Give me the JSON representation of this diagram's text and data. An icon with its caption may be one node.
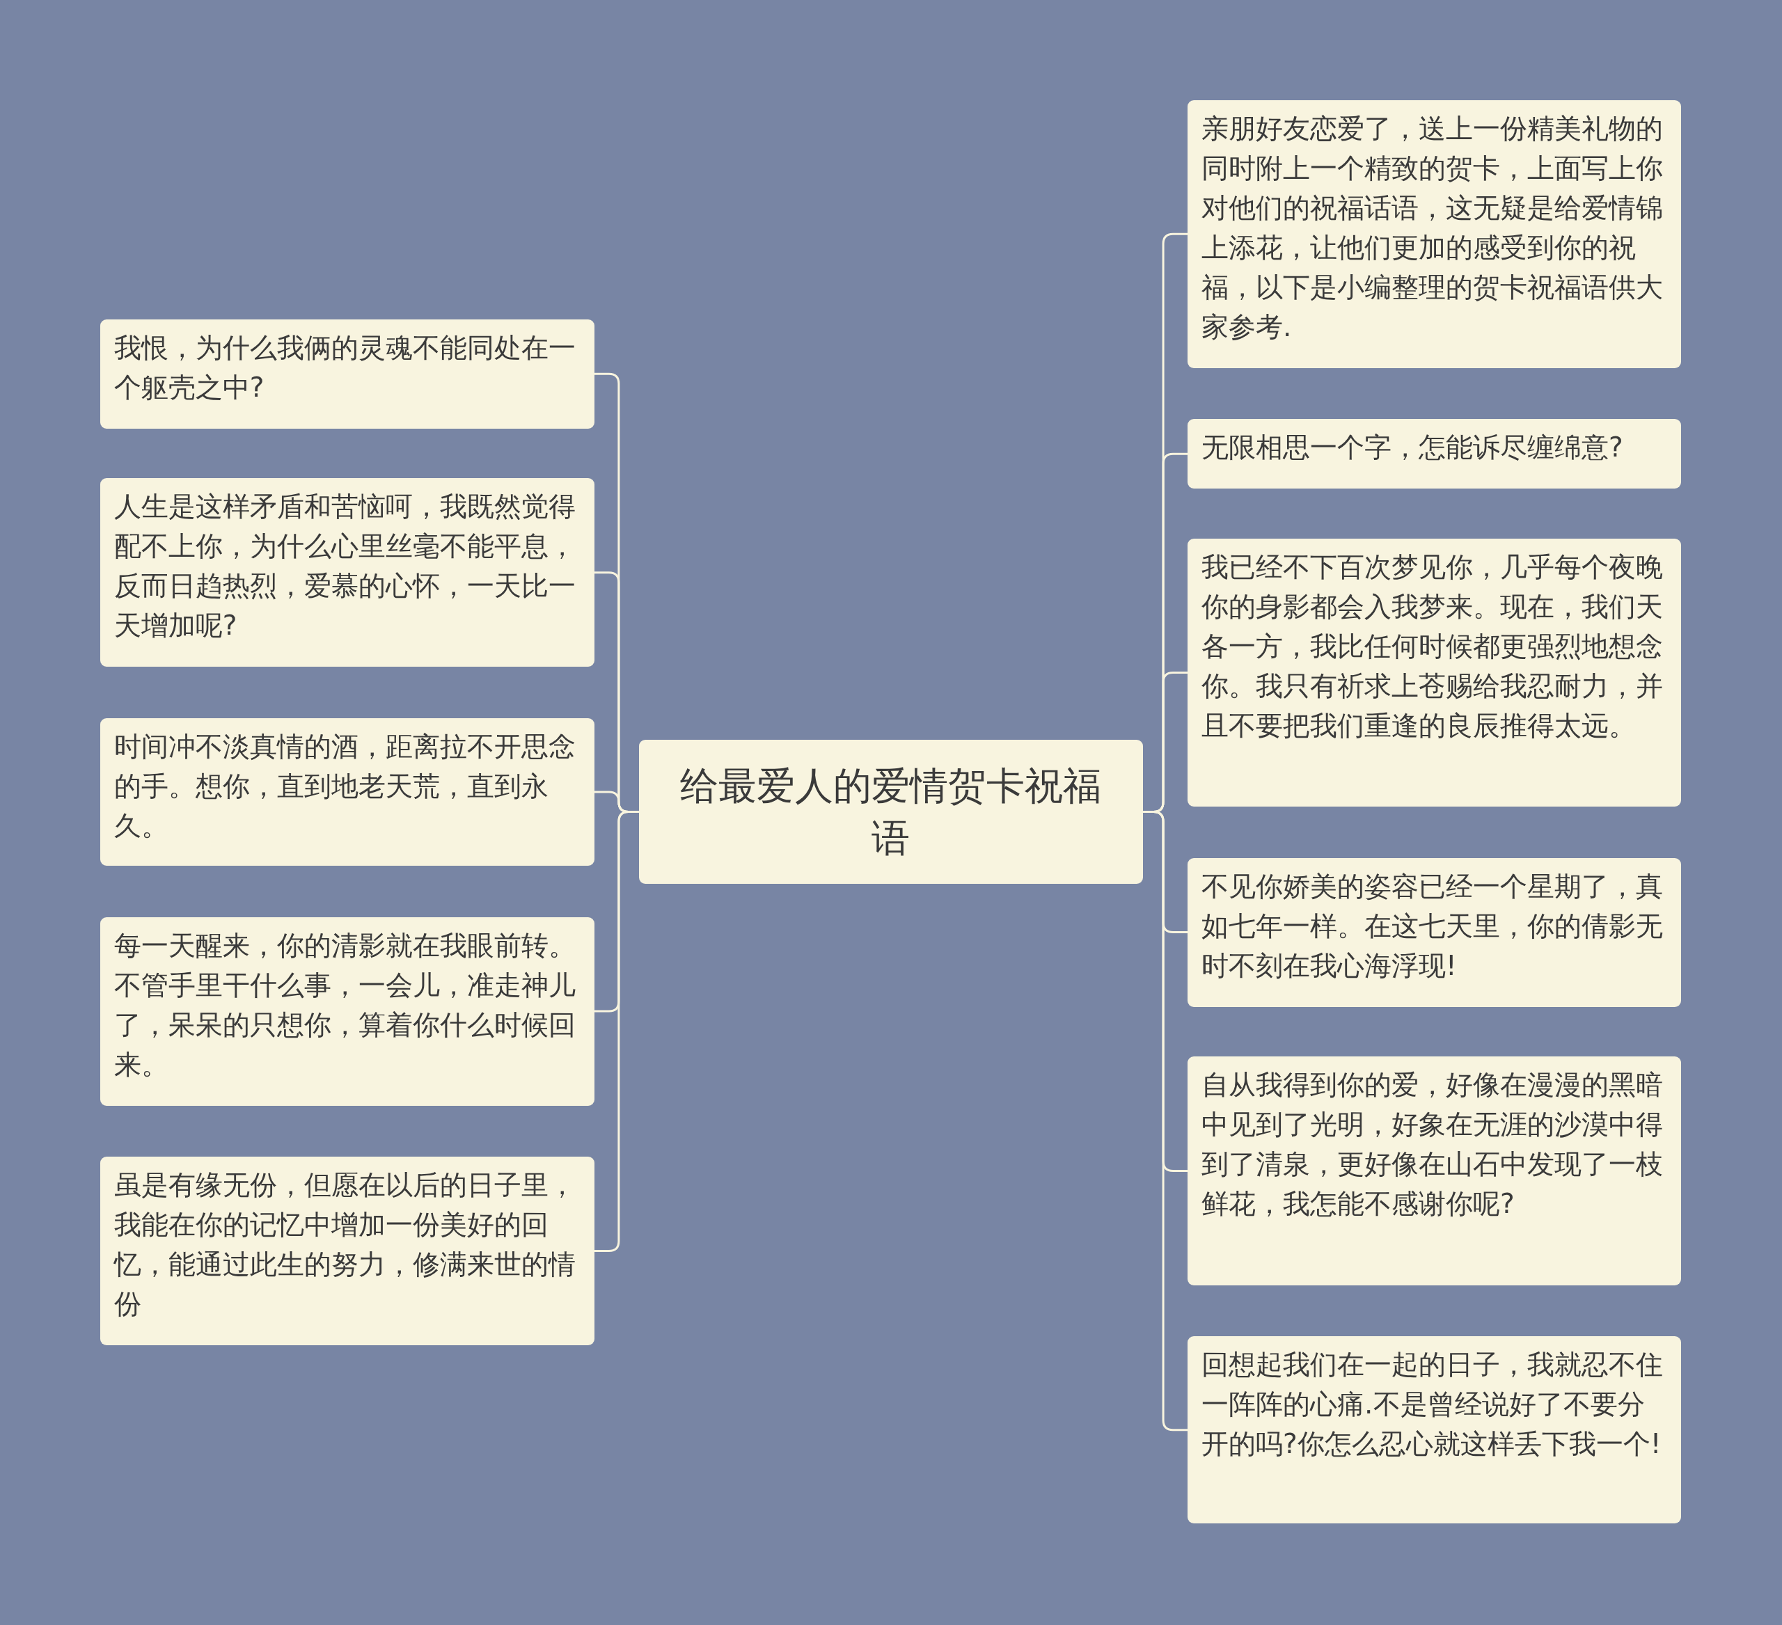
{
  "diagram": {
    "nodes": [
      {
        "text": [
          "给最爱人的爱情贺卡祝福语"
        ]
      },
      {
        "text": [
          "我恨，为什么我俩的灵魂不能同处在一个躯壳之中?"
        ]
      },
      {
        "text": [
          "人生是这样矛盾和苦恼呵，我既然觉得配不上你，为什么心里丝毫不能平息，反而日趋热烈，爱慕的心怀，一天比一天增加呢?"
        ]
      },
      {
        "text": [
          "时间冲不淡真情的酒，距离拉不开思念的手。想你，直到地老天荒，直到永久。"
        ]
      },
      {
        "text": [
          "每一天醒来，你的清影就在我眼前转。不管手里干什么事，一会儿，准走神儿了，呆呆的只想你，算着你什么时候回来。"
        ]
      },
      {
        "text": [
          "虽是有缘无份，但愿在以后的日子里，我能在你的记忆中增加一份美好的回忆，能通过此生的努力，修满来世的情份"
        ]
      },
      {
        "text": [
          "亲朋好友恋爱了，送上一份精美礼物的同时附上一个精致的贺卡，上面写上你对他们的祝福话语，这无疑是给爱情锦上添花，让他们更加的感受到你的祝福，以下是小编整理的贺卡祝福语供大家参考."
        ]
      },
      {
        "text": [
          "无限相思一个字，怎能诉尽缠绵意?"
        ]
      },
      {
        "text": [
          "我已经不下百次梦见你，几乎每个夜晚你的身影都会入我梦来。现在，我们天各一方，我比任何时候都更强烈地想念你。我只有祈求上苍赐给我忍耐力，并且不要把我们重逢的良辰推得太远。"
        ]
      },
      {
        "text": [
          "不见你娇美的姿容已经一个星期了，真如七年一样。在这七天里，你的倩影无时不刻在我心海浮现!"
        ]
      },
      {
        "text": [
          "自从我得到你的爱，好像在漫漫的黑暗中见到了光明，好象在无涯的沙漠中得到了清泉，更好像在山石中发现了一枝鲜花，我怎能不感谢你呢?"
        ]
      },
      {
        "text": [
          "回想起我们在一起的日子，我就忍不住一阵阵的心痛.不是曾经说好了不要分开的吗?你怎么忍心就这样丢下我一个!"
        ]
      }
    ],
    "edges": [
      {
        "from": 0,
        "to": 1,
        "arrow": "none"
      },
      {
        "from": 0,
        "to": 2,
        "arrow": "none"
      },
      {
        "from": 0,
        "to": 3,
        "arrow": "none"
      },
      {
        "from": 0,
        "to": 4,
        "arrow": "none"
      },
      {
        "from": 0,
        "to": 5,
        "arrow": "none"
      },
      {
        "from": 0,
        "to": 6,
        "arrow": "none"
      },
      {
        "from": 0,
        "to": 7,
        "arrow": "none"
      },
      {
        "from": 0,
        "to": 8,
        "arrow": "none"
      },
      {
        "from": 0,
        "to": 9,
        "arrow": "none"
      },
      {
        "from": 0,
        "to": 10,
        "arrow": "none"
      },
      {
        "from": 0,
        "to": 11,
        "arrow": "none"
      }
    ]
  }
}
